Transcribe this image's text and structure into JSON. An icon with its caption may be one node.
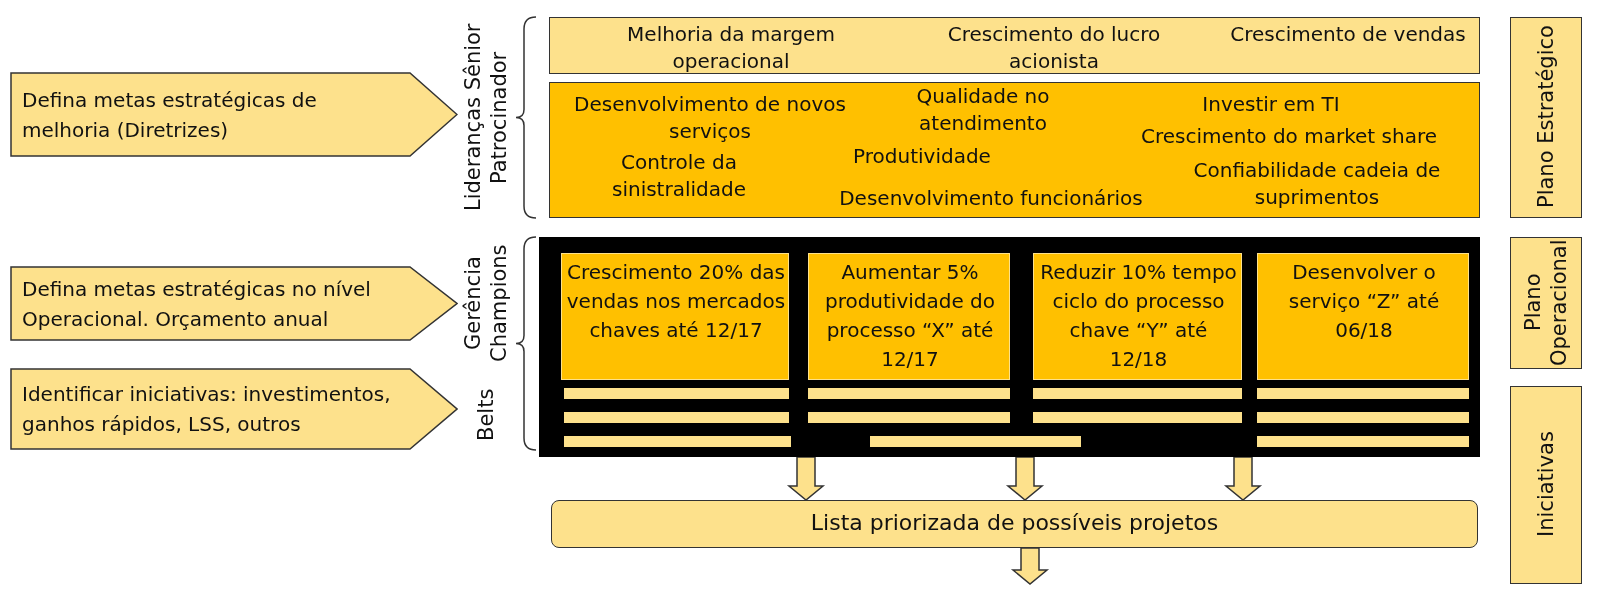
{
  "diagram": {
    "nodes": [
      {
        "text": [
          "Defina metas estratégicas de melhoria (Diretrizes)"
        ]
      },
      {
        "text": [
          "Melhoria da margem operacional",
          "Crescimento do lucro acionista",
          "Crescimento de vendas"
        ]
      },
      {
        "text": [
          "Desenvolvimento de novos serviços",
          "Qualidade no atendimento",
          "Investir em TI",
          "Crescimento do market share",
          "Controle da sinistralidade",
          "Produtividade",
          "Desenvolvimento funcionários",
          "Confiabilidade cadeia de suprimentos"
        ]
      },
      {
        "text": [
          "Plano Estratégico"
        ]
      },
      {
        "text": [
          "Defina metas estratégicas no nível Operacional. Orçamento anual"
        ]
      },
      {
        "text": [],
        "shape": "box"
      },
      {
        "text": [
          "Crescimento 20% das vendas nos mercados chaves até 12/17"
        ],
        "in": 5
      },
      {
        "text": [
          "Aumentar 5% produtividade do processo “X” até 12/17"
        ],
        "in": 5
      },
      {
        "text": [
          "Reduzir 10% tempo ciclo do processo chave “Y” até 12/18"
        ],
        "in": 5
      },
      {
        "text": [
          "Desenvolver o serviço “Z” até 06/18"
        ],
        "in": 5
      },
      {
        "text": [],
        "shape": "bar",
        "in": 5
      },
      {
        "text": [],
        "shape": "bar",
        "in": 5
      },
      {
        "text": [],
        "shape": "bar",
        "in": 5
      },
      {
        "text": [],
        "shape": "bar",
        "in": 5
      },
      {
        "text": [],
        "shape": "bar",
        "in": 5
      },
      {
        "text": [],
        "shape": "bar",
        "in": 5
      },
      {
        "text": [],
        "shape": "bar",
        "in": 5
      },
      {
        "text": [],
        "shape": "bar",
        "in": 5
      },
      {
        "text": [],
        "shape": "bar",
        "in": 5
      },
      {
        "text": [],
        "shape": "bar",
        "in": 5
      },
      {
        "text": [],
        "shape": "bar",
        "in": 5
      },
      {
        "text": [
          "Plano Operacional"
        ]
      },
      {
        "text": [
          "Identificar iniciativas: investimentos, ganhos rápidos, LSS, outros"
        ]
      },
      {
        "text": [
          "Iniciativas"
        ]
      },
      {
        "text": [
          "Lista priorizada de possíveis projetos"
        ]
      }
    ],
    "edges": [
      {
        "from": 5,
        "to": 24,
        "arrow": "to"
      },
      {
        "from": 5,
        "to": 24,
        "arrow": "to"
      },
      {
        "from": 5,
        "to": 24,
        "arrow": "to"
      },
      {
        "from": 24,
        "to": null,
        "arrow": "to"
      }
    ],
    "labels": [
      "Lideranças Sênior Patrocinador",
      "Gerência Champions",
      "Belts"
    ]
  }
}
